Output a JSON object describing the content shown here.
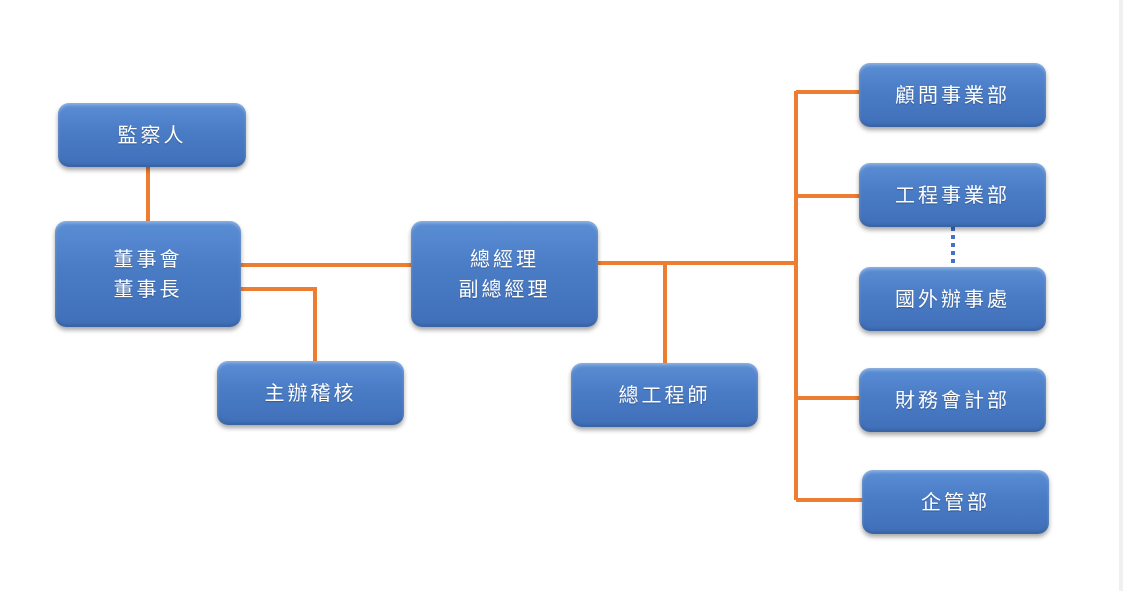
{
  "diagram": {
    "type": "org-chart",
    "colors": {
      "node_fill": "#4a7cc6",
      "node_text": "#ffffff",
      "connector": "#ed7d31",
      "dotted_connector": "#4472c4"
    },
    "nodes": {
      "supervisor": {
        "lines": [
          "監察人"
        ]
      },
      "board": {
        "lines": [
          "董事會",
          "董事長"
        ]
      },
      "auditor": {
        "lines": [
          "主辦稽核"
        ]
      },
      "general_manager": {
        "lines": [
          "總經理",
          "副總經理"
        ]
      },
      "chief_engineer": {
        "lines": [
          "總工程師"
        ]
      },
      "consulting_dept": {
        "lines": [
          "顧問事業部"
        ]
      },
      "engineering_dept": {
        "lines": [
          "工程事業部"
        ]
      },
      "overseas_office": {
        "lines": [
          "國外辦事處"
        ]
      },
      "finance_dept": {
        "lines": [
          "財務會計部"
        ]
      },
      "management_dept": {
        "lines": [
          "企管部"
        ]
      }
    },
    "edges": [
      {
        "from": "supervisor",
        "to": "board",
        "style": "solid"
      },
      {
        "from": "board",
        "to": "general_manager",
        "style": "solid"
      },
      {
        "from": "board",
        "to": "auditor",
        "style": "solid"
      },
      {
        "from": "general_manager",
        "to": "chief_engineer",
        "style": "solid"
      },
      {
        "from": "general_manager",
        "to": "consulting_dept",
        "style": "solid"
      },
      {
        "from": "general_manager",
        "to": "engineering_dept",
        "style": "solid"
      },
      {
        "from": "general_manager",
        "to": "finance_dept",
        "style": "solid"
      },
      {
        "from": "general_manager",
        "to": "management_dept",
        "style": "solid"
      },
      {
        "from": "engineering_dept",
        "to": "overseas_office",
        "style": "dotted"
      }
    ]
  }
}
